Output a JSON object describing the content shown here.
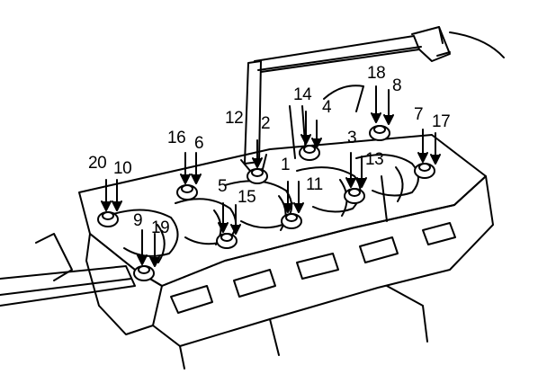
{
  "diagram": {
    "subject": "cylinder head bolts being tightened with a torque wrench on an engine block",
    "ink_color": "#000000",
    "paper_color": "#ffffff"
  },
  "labels": {
    "n1": "1",
    "n2": "2",
    "n3": "3",
    "n4": "4",
    "n5": "5",
    "n6": "6",
    "n7": "7",
    "n8": "8",
    "n9": "9",
    "n10": "10",
    "n11": "11",
    "n12": "12",
    "n13": "13",
    "n14": "14",
    "n15": "15",
    "n16": "16",
    "n17": "17",
    "n18": "18",
    "n19": "19",
    "n20": "20"
  }
}
